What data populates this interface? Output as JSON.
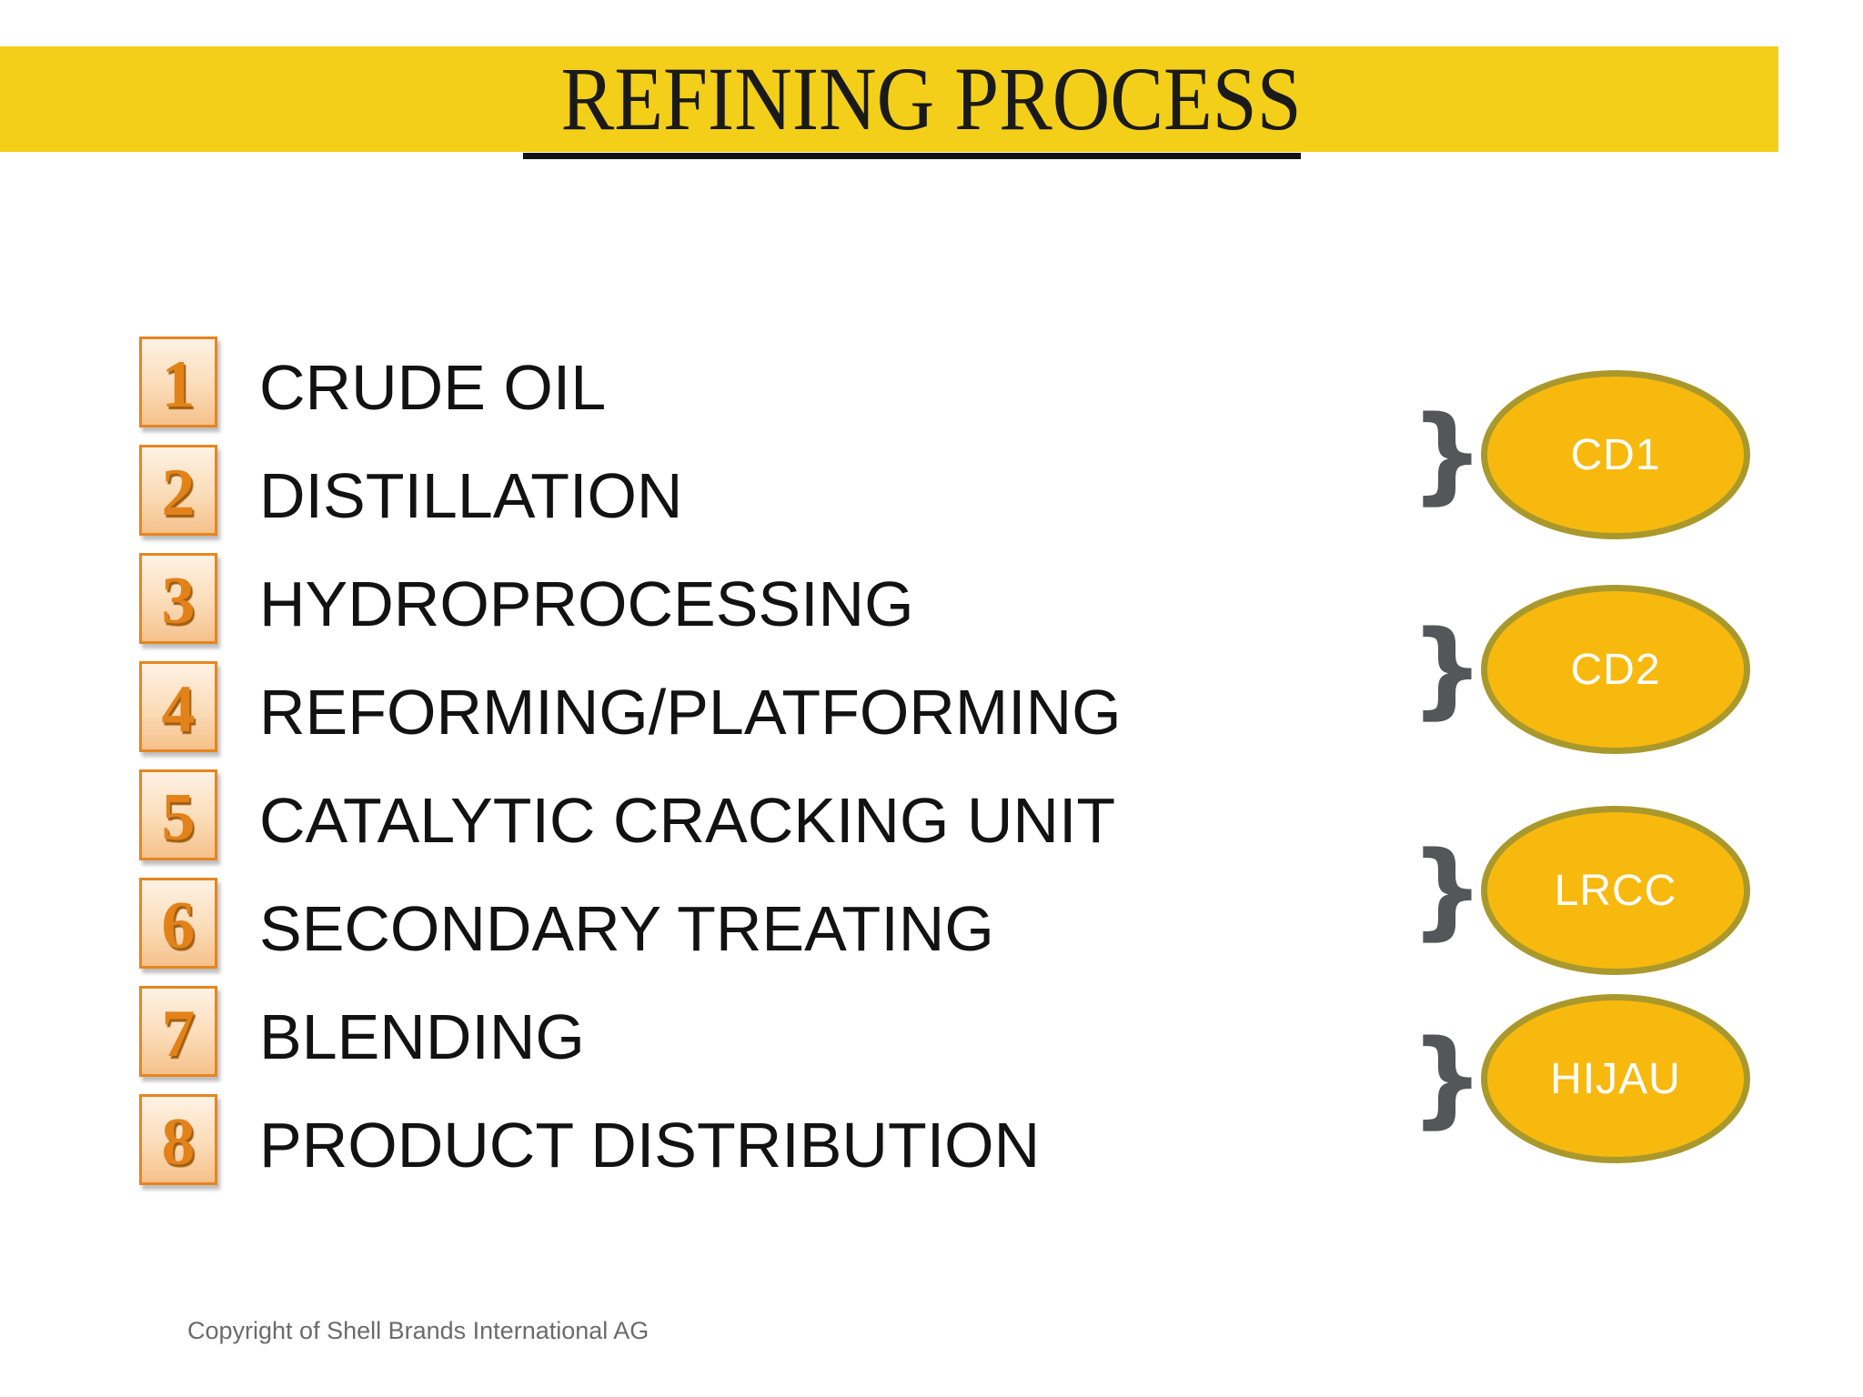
{
  "slide": {
    "title": "REFINING PROCESS",
    "footer": "Copyright of Shell Brands International AG"
  },
  "steps": [
    {
      "number": "1",
      "label": "CRUDE OIL"
    },
    {
      "number": "2",
      "label": "DISTILLATION"
    },
    {
      "number": "3",
      "label": "HYDROPROCESSING"
    },
    {
      "number": "4",
      "label": "REFORMING/PLATFORMING"
    },
    {
      "number": "5",
      "label": "CATALYTIC CRACKING UNIT"
    },
    {
      "number": "6",
      "label": "SECONDARY TREATING"
    },
    {
      "number": "7",
      "label": "BLENDING"
    },
    {
      "number": "8",
      "label": "PRODUCT DISTRIBUTION"
    }
  ],
  "groups": [
    {
      "label": "CD1",
      "brace": "}"
    },
    {
      "label": "CD2",
      "brace": "}"
    },
    {
      "label": "LRCC",
      "brace": "}"
    },
    {
      "label": "HIJAU",
      "brace": "}"
    }
  ],
  "colors": {
    "banner": "#F3CF1A",
    "title_text": "#1A1A1A",
    "underline": "#121212",
    "step_text": "#121212",
    "number_box_border": "#E8851F",
    "number_box_fill_top": "#FEF2E4",
    "number_box_fill_bottom": "#F5C18B",
    "number_text": "#E28218",
    "ellipse_fill": "#F8B90E",
    "ellipse_border": "#A9992C",
    "ellipse_text": "#FFFFFF",
    "brace": "#55565A",
    "footer_text": "#6B6B6B"
  }
}
